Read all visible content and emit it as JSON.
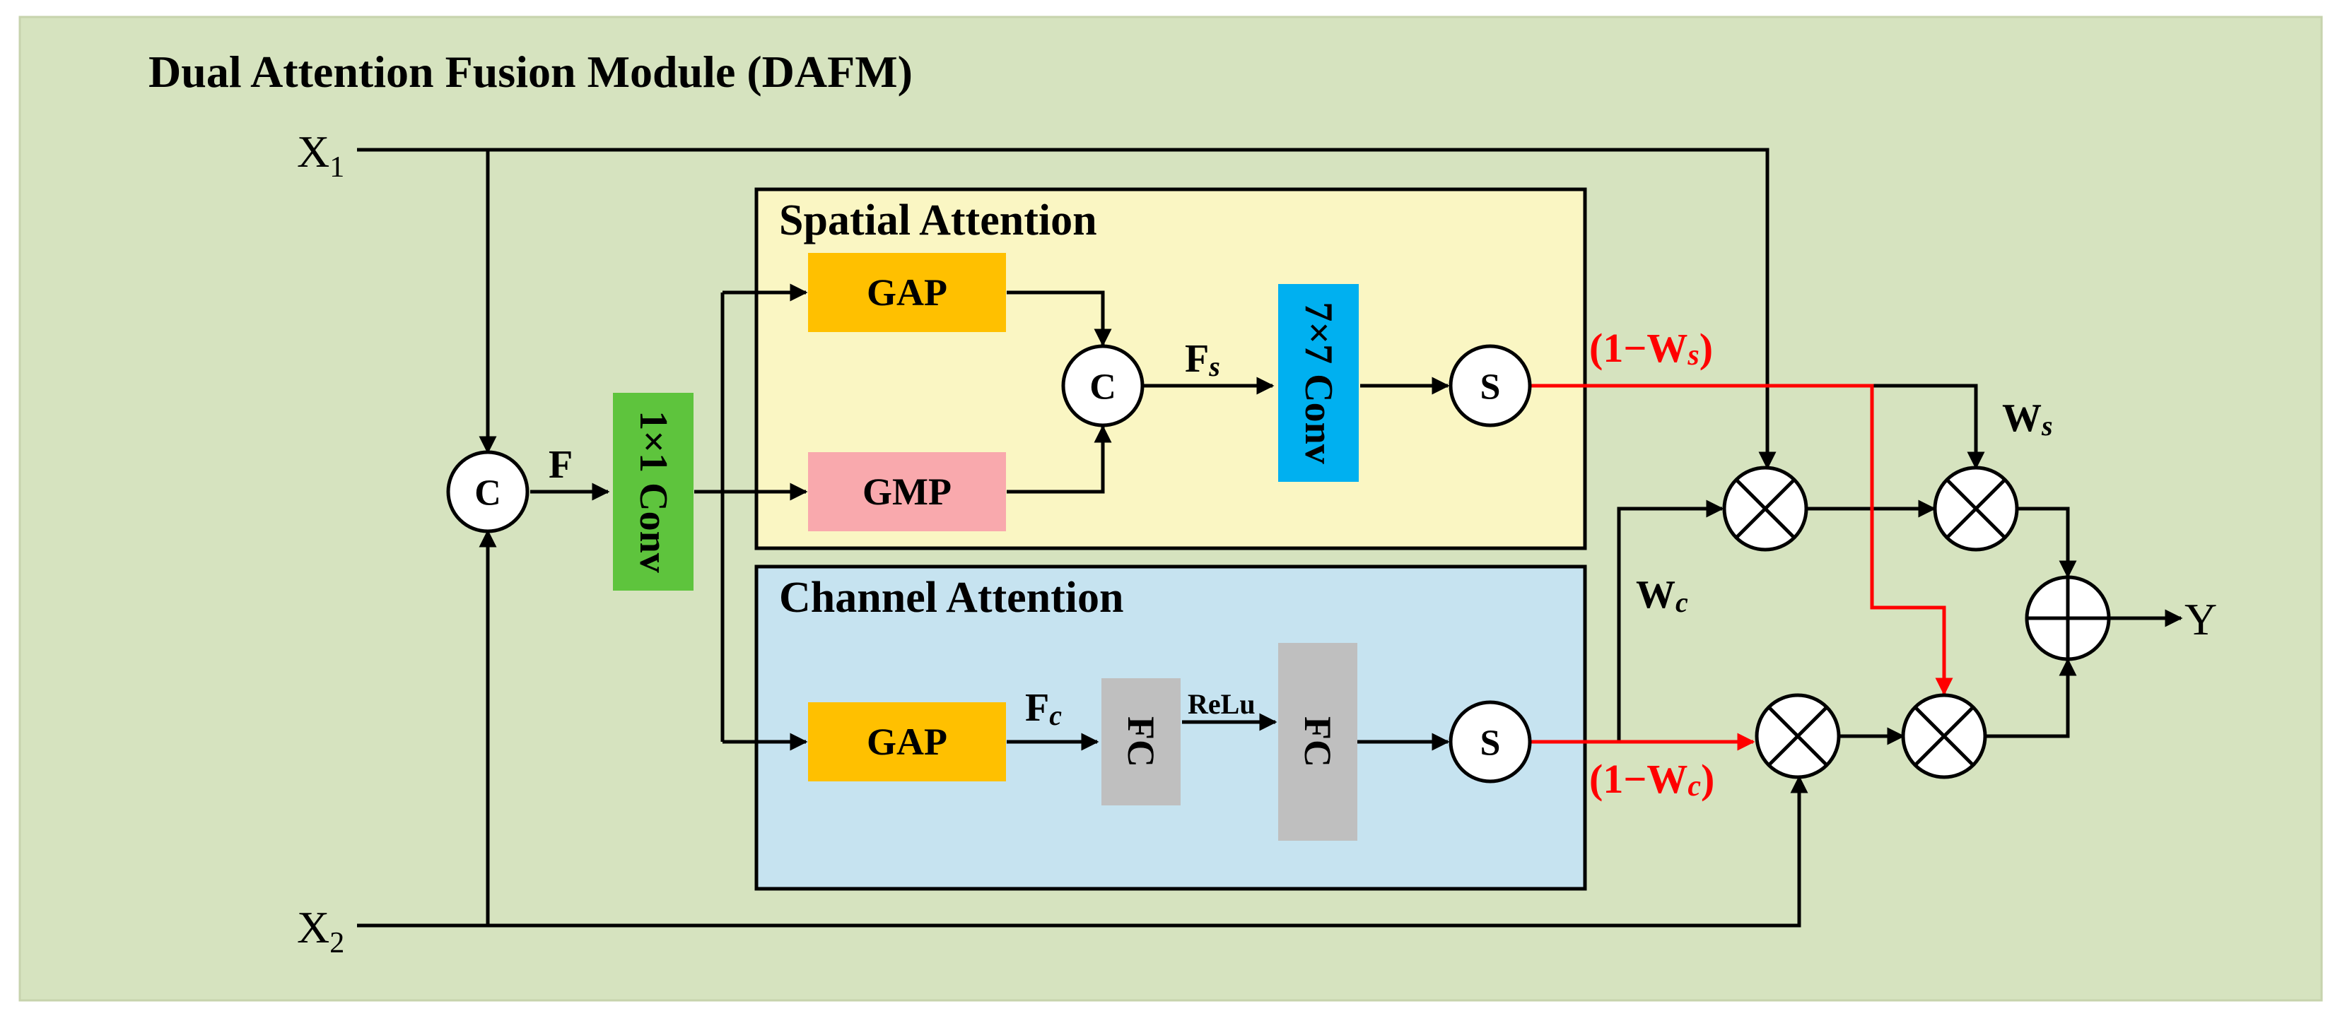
{
  "title": "Dual Attention Fusion Module (DAFM)",
  "inputs": {
    "x1": {
      "base": "X",
      "sub": "1"
    },
    "x2": {
      "base": "X",
      "sub": "2"
    }
  },
  "output": "Y",
  "concat_symbol": "C",
  "sigmoid_symbol": "S",
  "feature_f": "F",
  "conv1x1": "1×1 Conv",
  "spatial": {
    "title": "Spatial Attention",
    "gap": "GAP",
    "gmp": "GMP",
    "fs": {
      "base": "F",
      "sub": "s"
    },
    "conv7x7": "7×7 Conv"
  },
  "channel": {
    "title": "Channel Attention",
    "gap": "GAP",
    "fc": {
      "base": "F",
      "sub": "c"
    },
    "fc1": "FC",
    "relu": "ReLu",
    "fc2": "FC"
  },
  "weights": {
    "one_minus_ws": {
      "pre": "(1−W",
      "sub": "s",
      "post": ")"
    },
    "ws": {
      "base": "W",
      "sub": "s"
    },
    "wc": {
      "base": "W",
      "sub": "c"
    },
    "one_minus_wc": {
      "pre": "(1−W",
      "sub": "c",
      "post": ")"
    }
  },
  "colors": {
    "background": "#d6e3bf",
    "spatial_box": "#faf6c3",
    "channel_box": "#c6e3f0",
    "gap": "#ffc000",
    "gmp": "#f9a9ad",
    "conv1x1": "#5ec43d",
    "conv7x7": "#00b0f0",
    "fc": "#bfbfbf",
    "red_path": "#ff0000",
    "stroke": "#000000"
  }
}
